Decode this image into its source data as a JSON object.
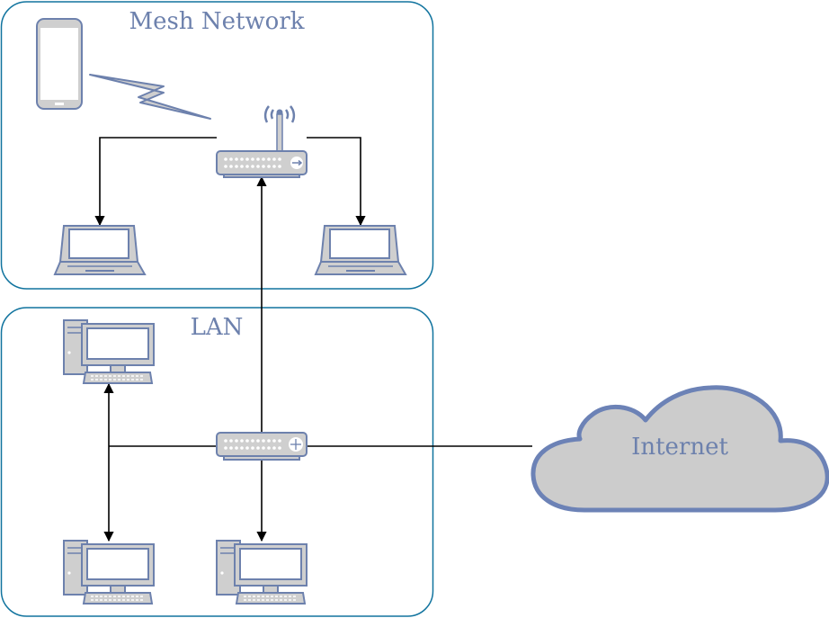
{
  "groups": {
    "mesh": {
      "label": "Mesh Network"
    },
    "lan": {
      "label": "LAN"
    }
  },
  "internet": {
    "label": "Internet"
  },
  "colors": {
    "group_border": "#10739e",
    "device_stroke": "#6d81ad",
    "device_fill": "#cfcfcf",
    "label_text": "#6d81ad",
    "connector": "#000000"
  },
  "icons": [
    "smartphone-icon",
    "wireless-signal-icon",
    "wireless-router-icon",
    "laptop-icon",
    "desktop-computer-icon",
    "network-switch-icon",
    "cloud-icon"
  ]
}
